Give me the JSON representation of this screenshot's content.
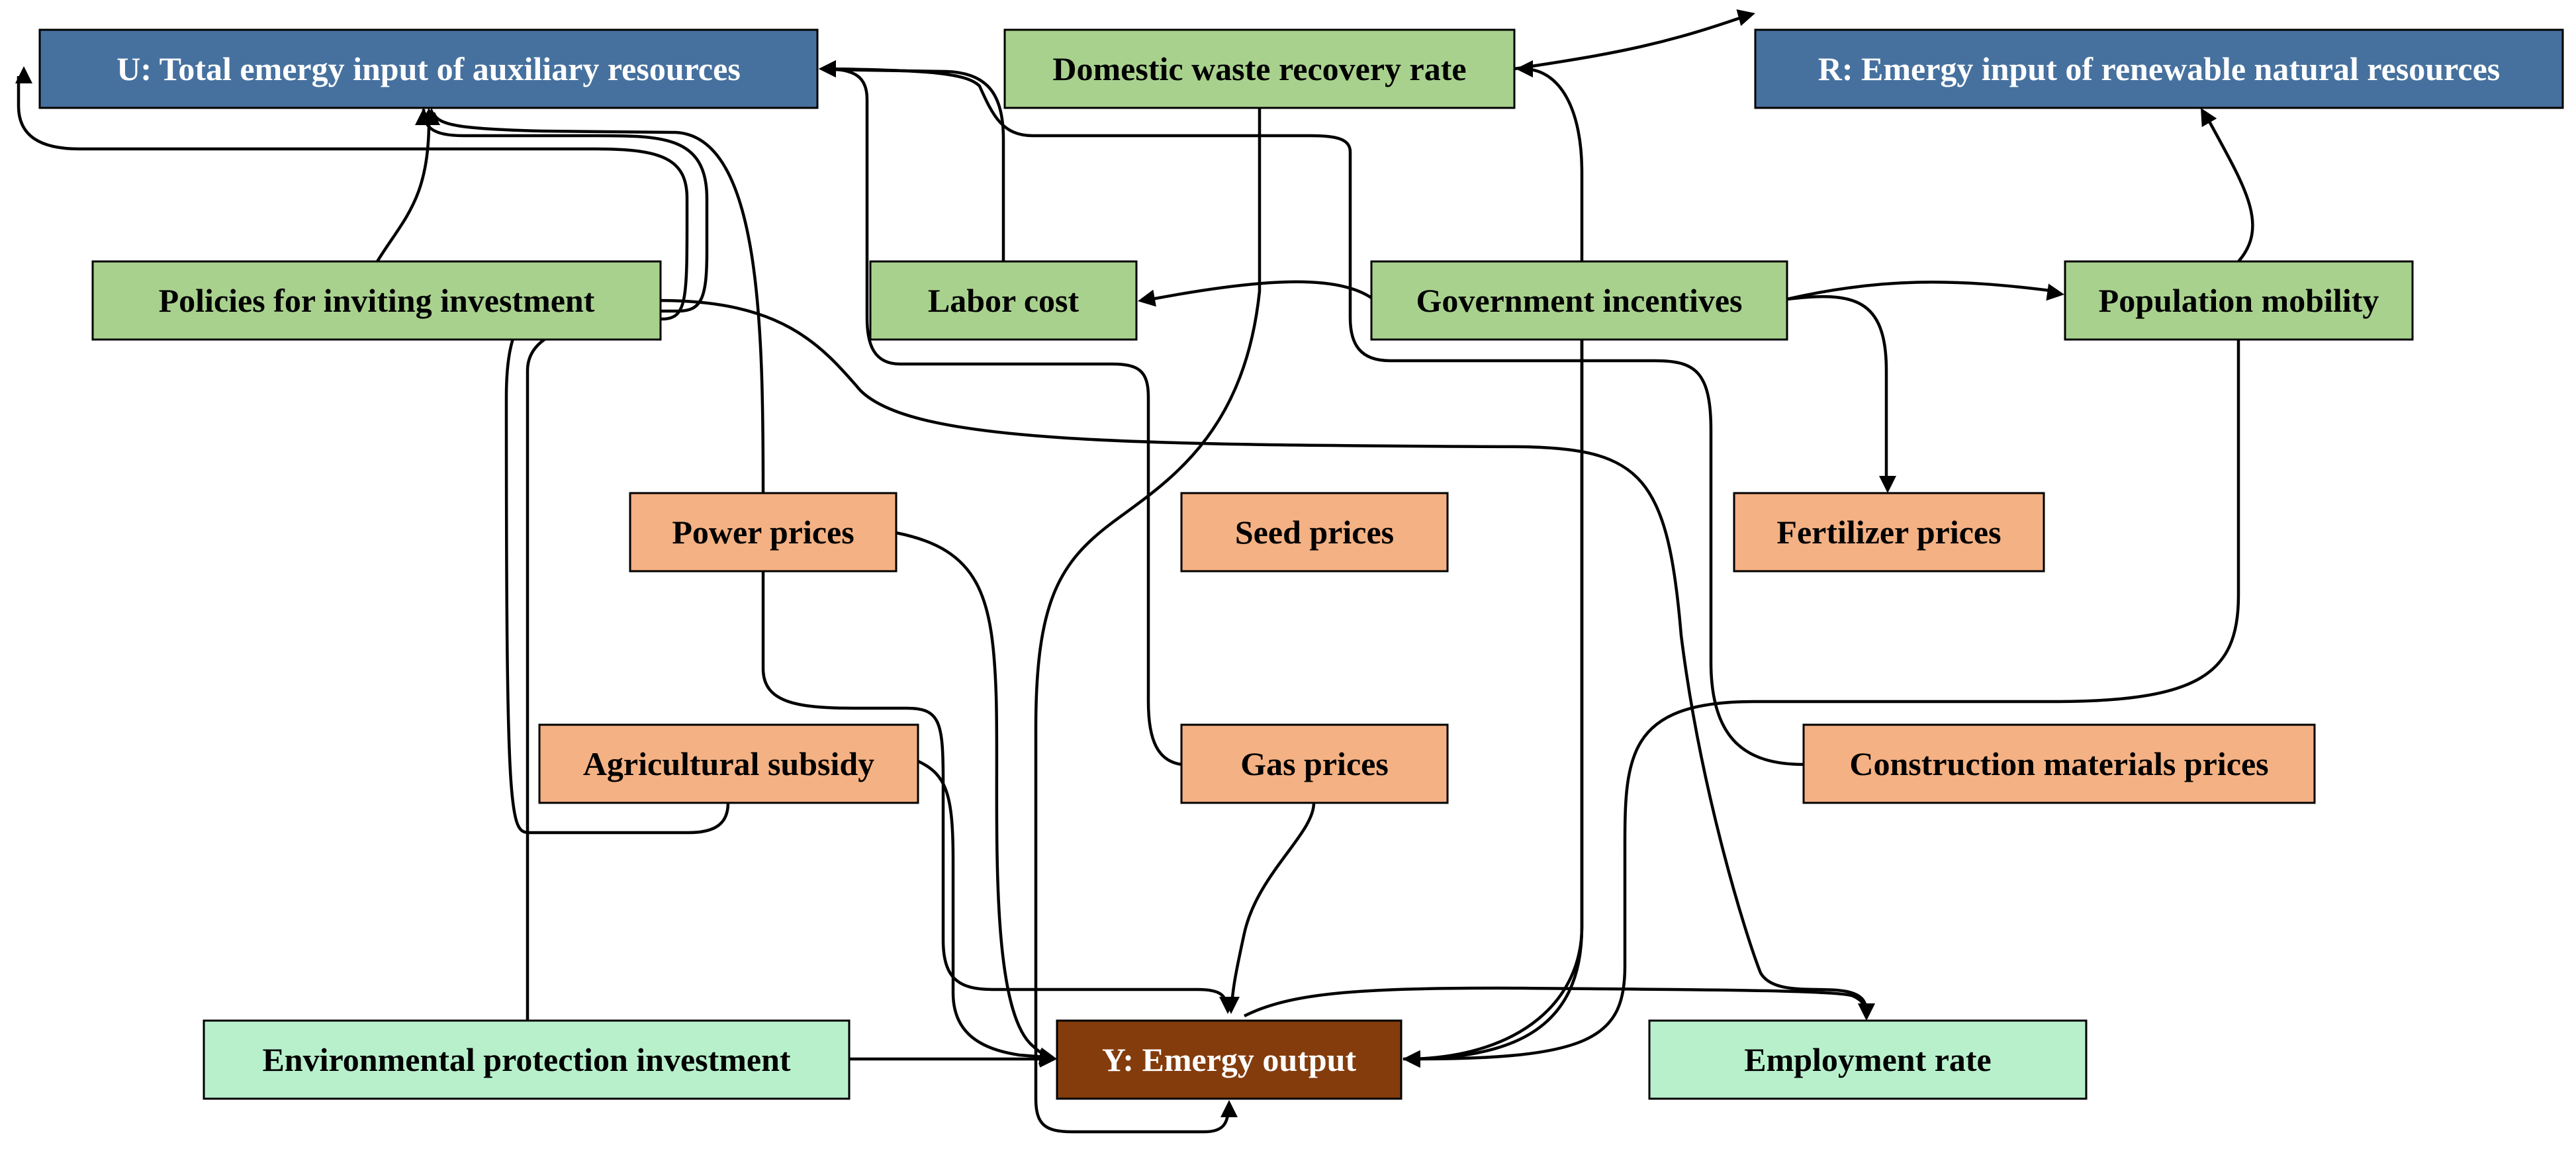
{
  "colors": {
    "blue_fill": "#46719f",
    "green_fill": "#a9d18e",
    "orange_fill": "#f4b183",
    "mint_fill": "#b8f0cc",
    "brown_fill": "#843c0c",
    "light_text": "#ffffff",
    "dark_text": "#000000",
    "edge": "#000000"
  },
  "nodes": {
    "u_total_emergy": {
      "label": "U: Total emergy input of auxiliary resources",
      "fill": "blue_fill",
      "text": "light_text"
    },
    "r_renewable": {
      "label": "R: Emergy input of renewable natural resources",
      "fill": "blue_fill",
      "text": "light_text"
    },
    "domestic_waste": {
      "label": "Domestic waste recovery rate",
      "fill": "green_fill",
      "text": "dark_text"
    },
    "policies_investment": {
      "label": "Policies for inviting investment",
      "fill": "green_fill",
      "text": "dark_text"
    },
    "labor_cost": {
      "label": "Labor cost",
      "fill": "green_fill",
      "text": "dark_text"
    },
    "government_incentives": {
      "label": "Government incentives",
      "fill": "green_fill",
      "text": "dark_text"
    },
    "population_mobility": {
      "label": "Population mobility",
      "fill": "green_fill",
      "text": "dark_text"
    },
    "power_prices": {
      "label": "Power prices",
      "fill": "orange_fill",
      "text": "dark_text"
    },
    "seed_prices": {
      "label": "Seed prices",
      "fill": "orange_fill",
      "text": "dark_text"
    },
    "fertilizer_prices": {
      "label": "Fertilizer prices",
      "fill": "orange_fill",
      "text": "dark_text"
    },
    "agricultural_subsidy": {
      "label": "Agricultural subsidy",
      "fill": "orange_fill",
      "text": "dark_text"
    },
    "gas_prices": {
      "label": "Gas prices",
      "fill": "orange_fill",
      "text": "dark_text"
    },
    "construction_prices": {
      "label": "Construction materials prices",
      "fill": "orange_fill",
      "text": "dark_text"
    },
    "environmental_investment": {
      "label": "Environmental protection investment",
      "fill": "mint_fill",
      "text": "dark_text"
    },
    "y_emergy_output": {
      "label": "Y: Emergy output",
      "fill": "brown_fill",
      "text": "light_text"
    },
    "employment_rate": {
      "label": "Employment rate",
      "fill": "mint_fill",
      "text": "dark_text"
    }
  },
  "edges": [
    {
      "from": "policies_investment",
      "to": "u_total_emergy"
    },
    {
      "from": "environmental_investment",
      "to": "u_total_emergy"
    },
    {
      "from": "agricultural_subsidy",
      "to": "u_total_emergy"
    },
    {
      "from": "power_prices",
      "to": "u_total_emergy"
    },
    {
      "from": "labor_cost",
      "to": "u_total_emergy"
    },
    {
      "from": "gas_prices",
      "to": "u_total_emergy"
    },
    {
      "from": "construction_prices",
      "to": "u_total_emergy"
    },
    {
      "from": "government_incentives",
      "to": "labor_cost"
    },
    {
      "from": "government_incentives",
      "to": "population_mobility"
    },
    {
      "from": "government_incentives",
      "to": "fertilizer_prices"
    },
    {
      "from": "government_incentives",
      "to": "y_emergy_output"
    },
    {
      "from": "domestic_waste",
      "to": "r_renewable"
    },
    {
      "from": "domestic_waste",
      "to": "y_emergy_output"
    },
    {
      "from": "population_mobility",
      "to": "r_renewable"
    },
    {
      "from": "population_mobility",
      "to": "y_emergy_output"
    },
    {
      "from": "policies_investment",
      "to": "employment_rate"
    },
    {
      "from": "power_prices",
      "to": "y_emergy_output"
    },
    {
      "from": "power_prices",
      "to": "employment_rate"
    },
    {
      "from": "agricultural_subsidy",
      "to": "y_emergy_output"
    },
    {
      "from": "gas_prices",
      "to": "y_emergy_output"
    },
    {
      "from": "environmental_investment",
      "to": "y_emergy_output"
    },
    {
      "from": "y_emergy_output",
      "to": "employment_rate"
    },
    {
      "from": "y_emergy_output",
      "to": "domestic_waste"
    }
  ]
}
